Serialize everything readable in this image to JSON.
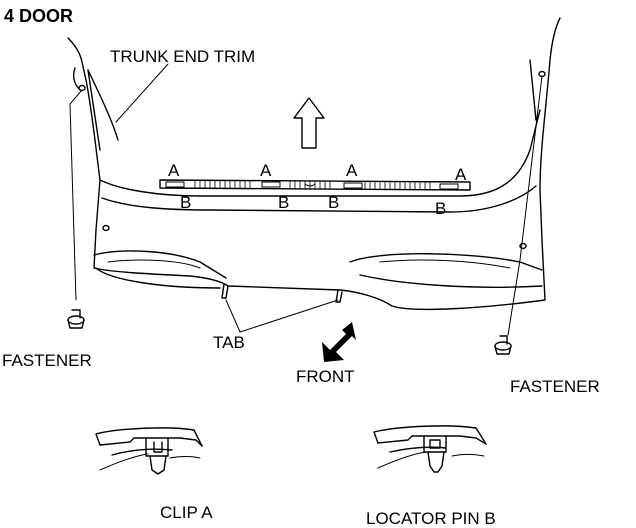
{
  "title": "4 DOOR",
  "labels": {
    "trunk_end_trim": "TRUNK END TRIM",
    "fastener_left": "FASTENER",
    "fastener_right": "FASTENER",
    "tab": "TAB",
    "front": "FRONT",
    "clip_a": "CLIP A",
    "locator_pin_b": "LOCATOR PIN B"
  },
  "callouts": {
    "a": [
      "A",
      "A",
      "A",
      "A"
    ],
    "b": [
      "B",
      "B",
      "B",
      "B"
    ]
  },
  "icons": {
    "up_arrow": "up-arrow-icon",
    "front_arrow": "front-arrow-icon"
  }
}
